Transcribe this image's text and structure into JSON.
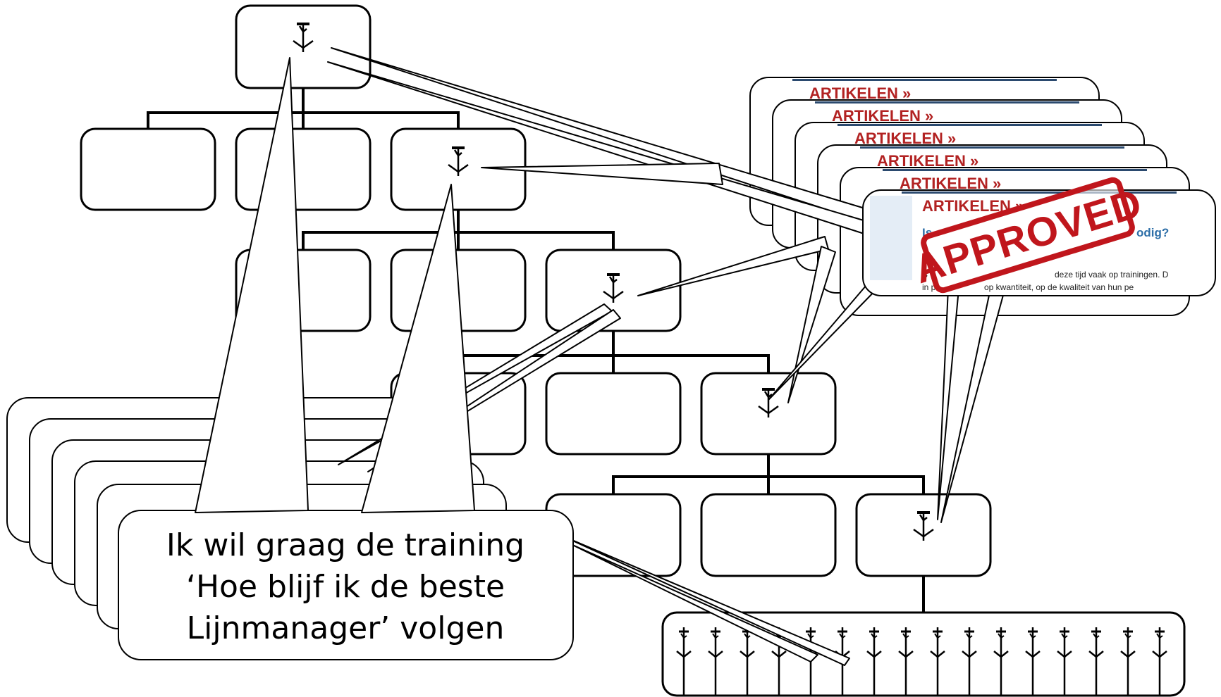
{
  "speech_bubble": {
    "lines": [
      "Ik wil graag de training",
      "‘Hoe blijf ik de beste",
      "Lijnmanager’ volgen"
    ]
  },
  "article_card": {
    "label": "ARTIKELEN »",
    "headline_left": "Is",
    "headline_right": "odig?",
    "body_line_1_left": "B",
    "body_line_1_right": "deze tijd vaak op trainingen. D",
    "body_line_2_left": "in p",
    "body_line_2_right": "op kwantiteit, op de kwaliteit van hun pe"
  },
  "stamp": {
    "text": "APPROVED"
  },
  "colors": {
    "label": "#b22222",
    "headline": "#2e6fa8",
    "stamp": "#c0161c",
    "line": "#000000"
  }
}
